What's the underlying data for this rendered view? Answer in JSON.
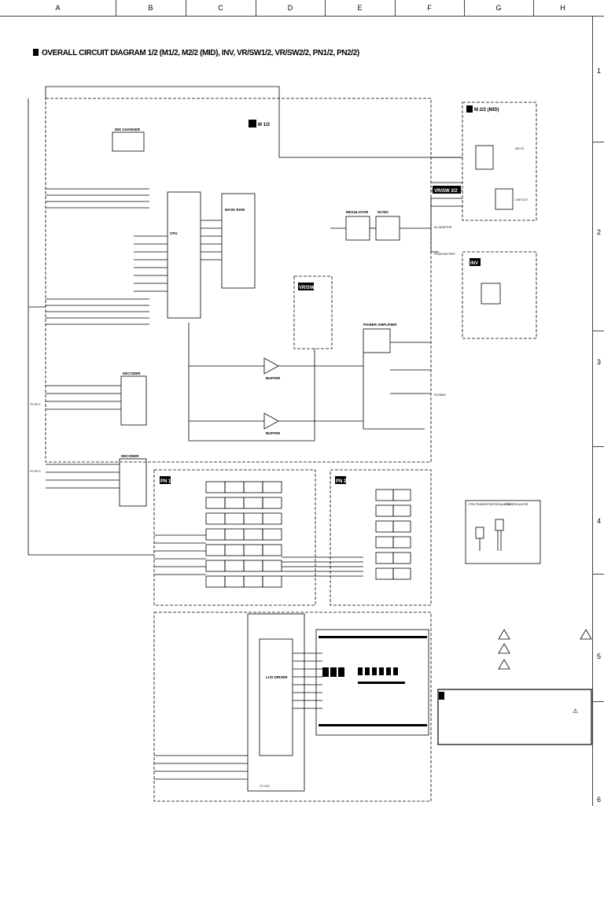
{
  "columns": [
    "A",
    "B",
    "C",
    "D",
    "E",
    "F",
    "G",
    "H"
  ],
  "rows": [
    "1",
    "2",
    "3",
    "4",
    "5",
    "6"
  ],
  "title": "OVERALL CIRCUIT DIAGRAM 1/2 (M1/2, M2/2 (MID), INV, VR/SW1/2, VR/SW2/2, PN1/2, PN2/2)",
  "blocks": {
    "m12": "M 1/2",
    "m22": "M 2/2 (MID)",
    "vrsw22": "VR/SW 2/2",
    "inv": "INV",
    "vrsw12": "VR/SW 1/2",
    "pn12": "PN 1/2",
    "pn22": "PN 2/2"
  },
  "ic_labels": {
    "cpu": "CPU",
    "mask_rom": "MASK ROM",
    "buffer1": "BUFFER",
    "buffer2": "BUFFER",
    "power_amp": "POWER AMPLIFIER",
    "decoder1": "DECODER",
    "decoder2": "DECODER",
    "lcd_driver": "LCD DRIVER",
    "regulator": "REGULATOR",
    "dc_dc": "DC/DC",
    "mix_changer": "MIX CHANGER"
  },
  "connector_labels": {
    "ac_adaptor": "AC ADAPTOR",
    "from_battery": "FROM BATTERY",
    "mic_in": "MIC IN",
    "line_out": "LINE OUT",
    "phones": "PHONES",
    "to_pn1": "TO PN 1",
    "to_pn2": "TO PN 2",
    "to_lcd": "TO LCD"
  },
  "legend": {
    "left": "2 PIN TRANSISTOR REGULATOR",
    "right": "3 PIN REGULATOR"
  },
  "warning_symbol": "⚠"
}
